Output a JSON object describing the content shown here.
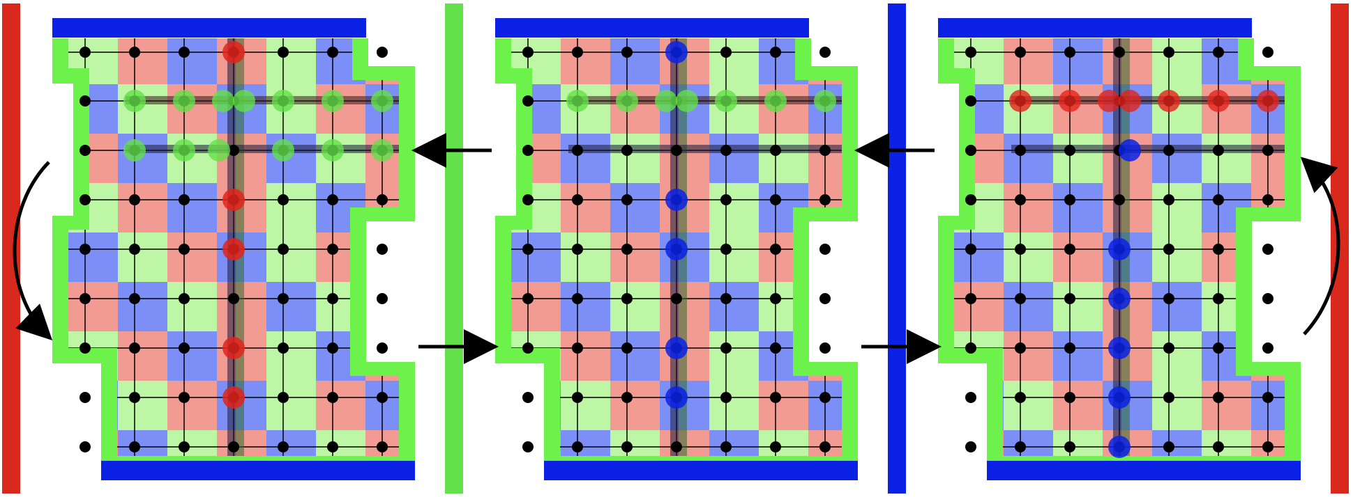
{
  "colors": {
    "red_cell": "#f29b93",
    "blue_cell": "#7b8ff7",
    "green_cell": "#bdf7a6",
    "green_border": "#6cf24a",
    "blue_border": "#0b22e6",
    "red_bar": "#d9291d",
    "green_bar": "#63e04a",
    "blue_bar": "#0b22e6",
    "node": "#000000",
    "dot_red": "#e3231c",
    "dot_green": "#63e04a",
    "dot_blue": "#0b22e6",
    "path_dark": "#1b1b3c"
  },
  "panels": [
    {
      "id": "left",
      "highlight_color": "red",
      "top_row": "green",
      "second_row": "green"
    },
    {
      "id": "middle",
      "highlight_color": "blue",
      "top_row": "green",
      "second_row": "none"
    },
    {
      "id": "right",
      "highlight_color": "blue",
      "top_row": "red",
      "second_row": "blue_single"
    }
  ],
  "separators": [
    "red",
    "green",
    "blue",
    "red"
  ],
  "arrows": [
    {
      "name": "left-curved-arrow",
      "icon": "curved-arrow-down"
    },
    {
      "name": "arrow-middle-to-left",
      "icon": "arrow-left"
    },
    {
      "name": "arrow-left-to-middle",
      "icon": "arrow-right"
    },
    {
      "name": "arrow-right-to-middle",
      "icon": "arrow-left"
    },
    {
      "name": "arrow-middle-to-right",
      "icon": "arrow-right"
    },
    {
      "name": "right-curved-arrow",
      "icon": "curved-arrow-up"
    }
  ]
}
